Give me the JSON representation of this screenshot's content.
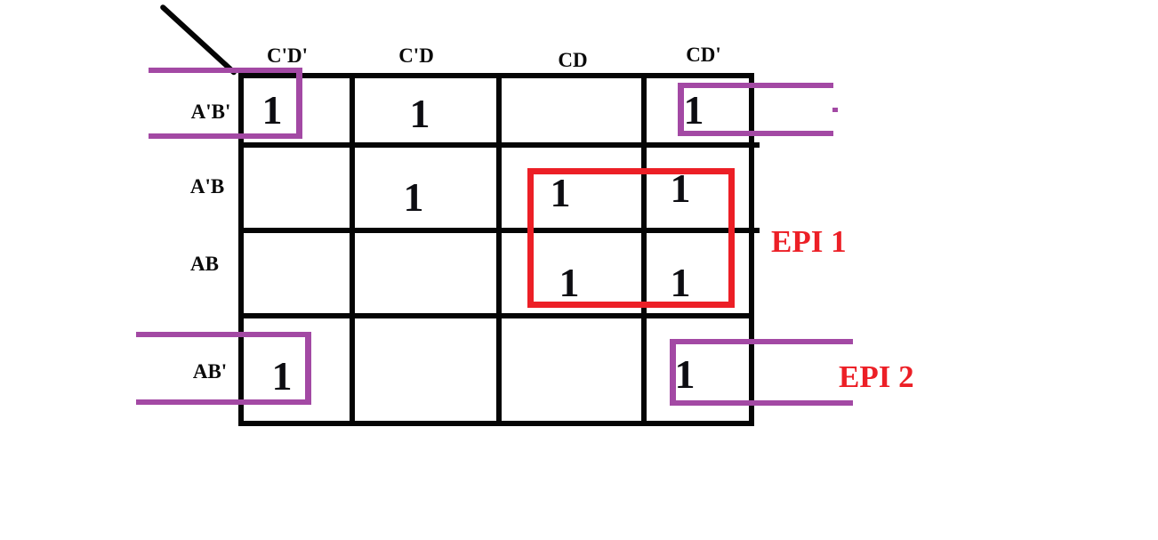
{
  "kmap": {
    "col_headers": [
      "C'D'",
      "C'D",
      "CD",
      "CD'"
    ],
    "row_headers": [
      "A'B'",
      "A'B",
      "AB",
      "AB'"
    ],
    "cells": [
      [
        "1",
        "1",
        "",
        "1"
      ],
      [
        "",
        "1",
        "1",
        "1"
      ],
      [
        "",
        "",
        "1",
        "1"
      ],
      [
        "1",
        "",
        "",
        "1"
      ]
    ]
  },
  "groups": {
    "epi1_cells": "A'B·CD, A'B·CD', AB·CD, AB·CD'",
    "epi2_cells": "A'B'·C'D', A'B'·CD', AB'·C'D', AB'·CD'"
  },
  "labels": {
    "epi1": "EPI 1",
    "epi2": "EPI 2"
  },
  "colors": {
    "group_purple": "#A349A4",
    "group_red": "#EC1F26",
    "grid_black": "#050505",
    "background": "#FFFFFF"
  }
}
